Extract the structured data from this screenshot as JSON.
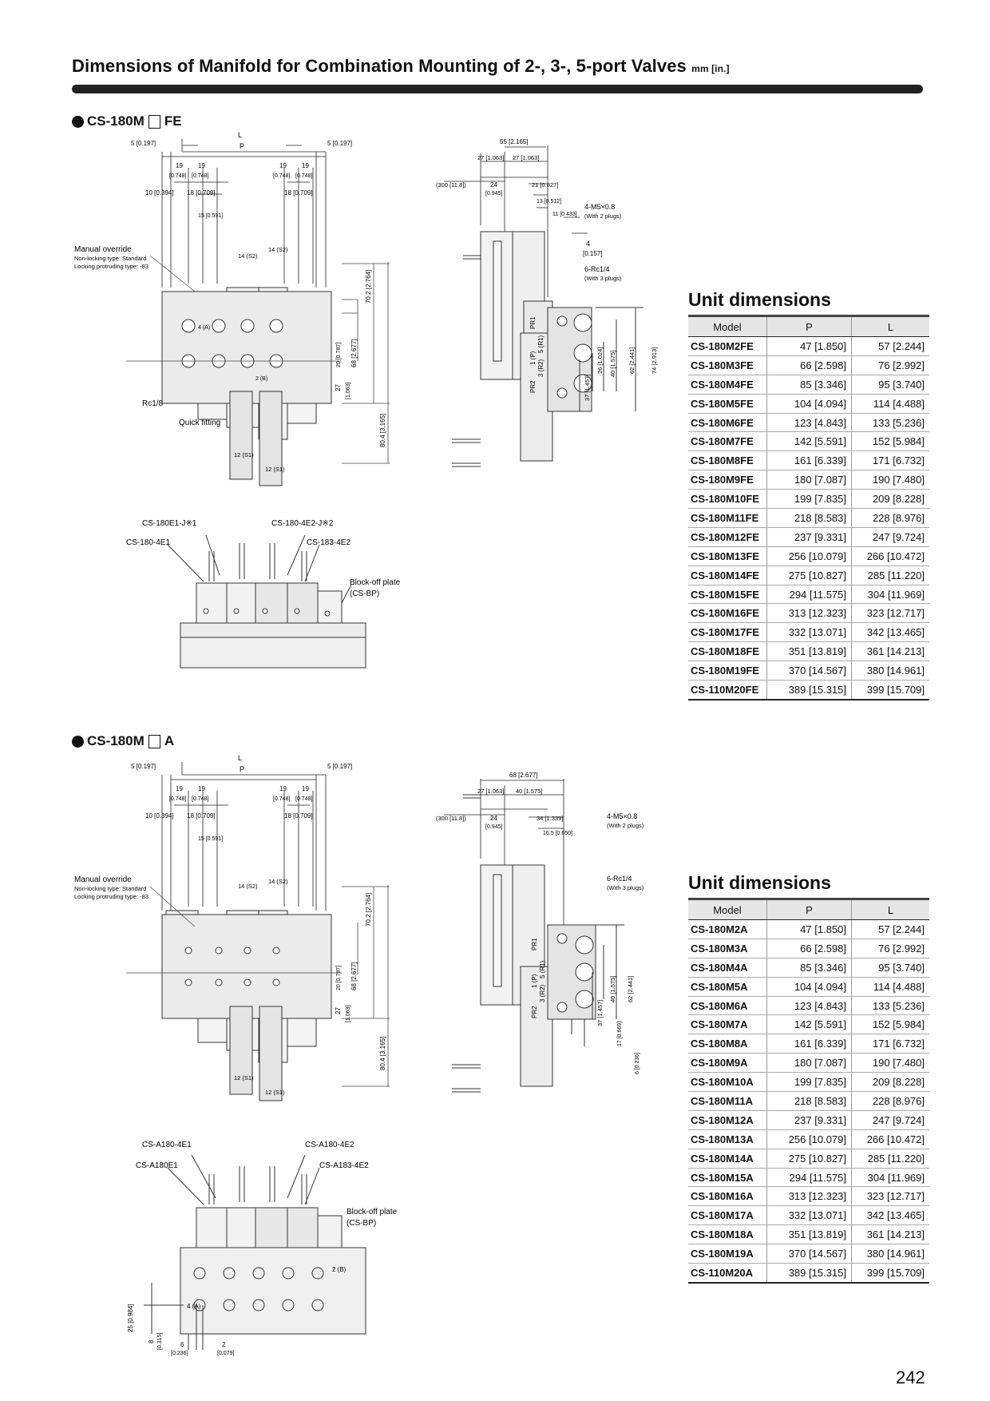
{
  "header": {
    "title": "Dimensions of Manifold for Combination Mounting of 2-, 3-, 5-port Valves",
    "unit": "mm [in.]"
  },
  "sections": [
    {
      "heading_prefix": "CS-180M",
      "heading_suffix": "FE",
      "drawing": {
        "L": "L",
        "P": "P",
        "d5": "5 [0.197]",
        "d19": "19",
        "d19in": "[0.748]",
        "d10": "10 [0.394]",
        "d18": "18 [0.709]",
        "d15": "15 [0.591]",
        "manual_override": "Manual override",
        "non_locking": "Non-locking type: Standard",
        "locking": "Locking protruding type: -83",
        "rc18": "Rc1/8",
        "quick_fitting": "Quick fitting",
        "port_4a": "4 (A)",
        "port_2b": "2 (B)",
        "port_14s2": "14 (S2)",
        "port_12s1": "12 (S1)",
        "d702": "70.2 [2.764]",
        "d68": "68 [2.677]",
        "d20": "20 [0.787]",
        "d27": "27",
        "d27in": "[1.063]",
        "d804": "80.4 [3.165]",
        "side_55": "55 [2.165]",
        "side_27a": "27 [1.063]",
        "side_27b": "27 [1.063]",
        "side_300": "(300 [11.8])",
        "side_24": "24",
        "side_24in": "[0.945]",
        "side_21": "21 [0.827]",
        "side_13": "13 [0.512]",
        "side_11": "11 [0.433]",
        "side_4": "4",
        "side_4in": "[0.157]",
        "m5": "4-M5×0.8",
        "m5_note": "(With 2 plugs)",
        "rc14": "6-Rc1/4",
        "rc14_note": "(With 3 plugs)",
        "pr1": "PR1",
        "p5r1": "5 (R1)",
        "p1p": "1 (P)",
        "p3r2": "3 (R2)",
        "pr2": "PR2",
        "side_26": "26 [1.024]",
        "side_40": "40 [1.575]",
        "side_62": "62 [2.441]",
        "side_74": "74 [2.913]",
        "side_37": "37 [1.457]",
        "lbl_tl": "CS-180E1-J※1",
        "lbl_tr": "CS-180-4E2-J※2",
        "lbl_ml": "CS-180-4E1",
        "lbl_mr": "CS-183-4E2",
        "blockoff": "Block-off plate",
        "blockoff_code": "(CS-BP)"
      },
      "unit_dimensions": {
        "title": "Unit dimensions",
        "columns": [
          "Model",
          "P",
          "L"
        ],
        "rows": [
          [
            "CS-180M2FE",
            "47 [1.850]",
            "57 [2.244]"
          ],
          [
            "CS-180M3FE",
            "66 [2.598]",
            "76 [2.992]"
          ],
          [
            "CS-180M4FE",
            "85 [3.346]",
            "95 [3.740]"
          ],
          [
            "CS-180M5FE",
            "104 [4.094]",
            "114 [4.488]"
          ],
          [
            "CS-180M6FE",
            "123 [4.843]",
            "133 [5.236]"
          ],
          [
            "CS-180M7FE",
            "142 [5.591]",
            "152 [5.984]"
          ],
          [
            "CS-180M8FE",
            "161 [6.339]",
            "171 [6.732]"
          ],
          [
            "CS-180M9FE",
            "180 [7.087]",
            "190 [7.480]"
          ],
          [
            "CS-180M10FE",
            "199 [7.835]",
            "209 [8.228]"
          ],
          [
            "CS-180M11FE",
            "218 [8.583]",
            "228 [8.976]"
          ],
          [
            "CS-180M12FE",
            "237 [9.331]",
            "247 [9.724]"
          ],
          [
            "CS-180M13FE",
            "256 [10.079]",
            "266 [10.472]"
          ],
          [
            "CS-180M14FE",
            "275 [10.827]",
            "285 [11.220]"
          ],
          [
            "CS-180M15FE",
            "294 [11.575]",
            "304 [11.969]"
          ],
          [
            "CS-180M16FE",
            "313 [12.323]",
            "323 [12.717]"
          ],
          [
            "CS-180M17FE",
            "332 [13.071]",
            "342 [13.465]"
          ],
          [
            "CS-180M18FE",
            "351 [13.819]",
            "361 [14.213]"
          ],
          [
            "CS-180M19FE",
            "370 [14.567]",
            "380 [14.961]"
          ],
          [
            "CS-110M20FE",
            "389 [15.315]",
            "399 [15.709]"
          ]
        ]
      }
    },
    {
      "heading_prefix": "CS-180M",
      "heading_suffix": "A",
      "drawing": {
        "L": "L",
        "P": "P",
        "d5": "5 [0.197]",
        "d19": "19",
        "d19in": "[0.748]",
        "d10": "10 [0.394]",
        "d18": "18 [0.709]",
        "d15": "15 [0.591]",
        "manual_override": "Manual override",
        "non_locking": "Non-locking type: Standard",
        "locking": "Locking protruding type: -83",
        "port_14s2": "14 (S2)",
        "port_12s1": "12 (S1)",
        "d702": "70.2 [2.764]",
        "d68": "68 [2.677]",
        "d20": "20 [0.787]",
        "d27": "27",
        "d27in": "[1.063]",
        "d804": "80.4 [3.165]",
        "side_68": "68 [2.677]",
        "side_27": "27 [1.063]",
        "side_40": "40 [1.575]",
        "side_300": "(300 [11.8])",
        "side_24": "24",
        "side_24in": "[0.945]",
        "side_34": "34 [1.339]",
        "side_165": "16.5 [0.650]",
        "m5": "4-M5×0.8",
        "m5_note": "(With 2 plugs)",
        "rc14": "6-Rc1/4",
        "rc14_note": "(With 3 plugs)",
        "pr1": "PR1",
        "p5r1": "5 (R1)",
        "p1p": "1 (P)",
        "p3r2": "3 (R2)",
        "pr2": "PR2",
        "side_40v": "40 [1.575]",
        "side_62": "62 [2.441]",
        "side_37": "37 [1.457]",
        "side_17": "17 [0.669]",
        "side_6": "6 [0.236]",
        "lbl_tl": "CS-A180-4E1",
        "lbl_tr": "CS-A180-4E2",
        "lbl_ml": "CS-A180E1",
        "lbl_mr": "CS-A183-4E2",
        "blockoff": "Block-off plate",
        "blockoff_code": "(CS-BP)",
        "port_2b": "2 (B)",
        "port_4a": "4 (A)",
        "d25": "25 [0.984]",
        "d8": "8",
        "d8in": "[0.315]",
        "d6": "6",
        "d6in": "[0.236]",
        "d2": "2",
        "d2in": "[0.079]"
      },
      "unit_dimensions": {
        "title": "Unit dimensions",
        "columns": [
          "Model",
          "P",
          "L"
        ],
        "rows": [
          [
            "CS-180M2A",
            "47 [1.850]",
            "57 [2.244]"
          ],
          [
            "CS-180M3A",
            "66 [2.598]",
            "76 [2.992]"
          ],
          [
            "CS-180M4A",
            "85 [3.346]",
            "95 [3.740]"
          ],
          [
            "CS-180M5A",
            "104 [4.094]",
            "114 [4.488]"
          ],
          [
            "CS-180M6A",
            "123 [4.843]",
            "133 [5.236]"
          ],
          [
            "CS-180M7A",
            "142 [5.591]",
            "152 [5.984]"
          ],
          [
            "CS-180M8A",
            "161 [6.339]",
            "171 [6.732]"
          ],
          [
            "CS-180M9A",
            "180 [7.087]",
            "190 [7.480]"
          ],
          [
            "CS-180M10A",
            "199 [7.835]",
            "209 [8.228]"
          ],
          [
            "CS-180M11A",
            "218 [8.583]",
            "228 [8.976]"
          ],
          [
            "CS-180M12A",
            "237 [9.331]",
            "247 [9.724]"
          ],
          [
            "CS-180M13A",
            "256 [10.079]",
            "266 [10.472]"
          ],
          [
            "CS-180M14A",
            "275 [10.827]",
            "285 [11.220]"
          ],
          [
            "CS-180M15A",
            "294 [11.575]",
            "304 [11.969]"
          ],
          [
            "CS-180M16A",
            "313 [12.323]",
            "323 [12.717]"
          ],
          [
            "CS-180M17A",
            "332 [13.071]",
            "342 [13.465]"
          ],
          [
            "CS-180M18A",
            "351 [13.819]",
            "361 [14.213]"
          ],
          [
            "CS-180M19A",
            "370 [14.567]",
            "380 [14.961]"
          ],
          [
            "CS-110M20A",
            "389 [15.315]",
            "399 [15.709]"
          ]
        ]
      }
    }
  ],
  "footer": {
    "page_number": "242"
  }
}
